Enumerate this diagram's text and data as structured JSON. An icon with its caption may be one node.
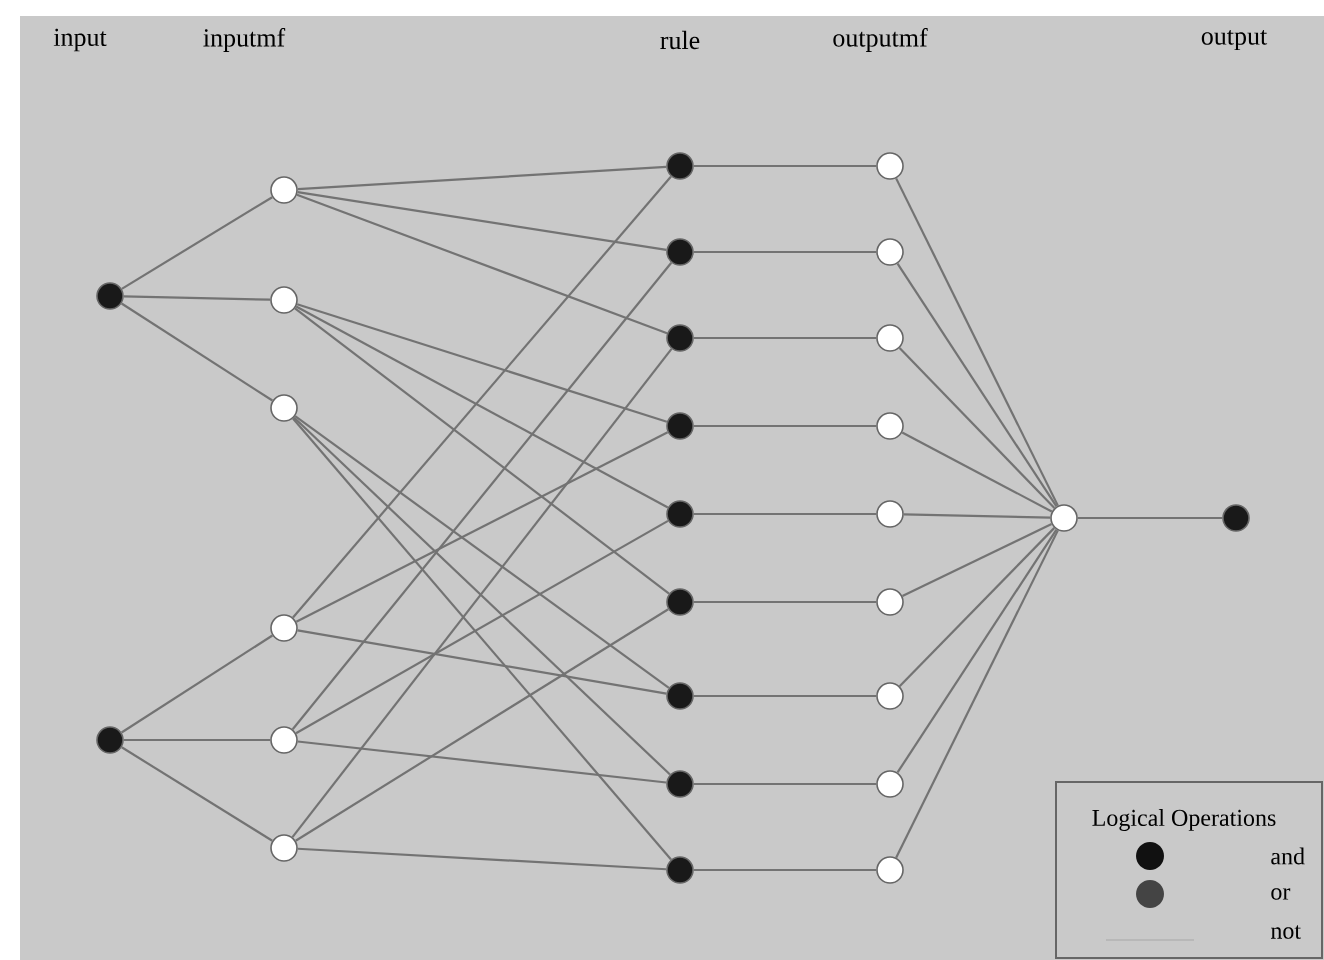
{
  "diagram": {
    "nodes": [
      {
        "text": [],
        "shape": "circle"
      },
      {
        "text": [],
        "shape": "circle"
      },
      {
        "text": [],
        "shape": "circle"
      },
      {
        "text": [],
        "shape": "circle"
      },
      {
        "text": [],
        "shape": "circle"
      },
      {
        "text": [],
        "shape": "circle"
      },
      {
        "text": [],
        "shape": "circle"
      },
      {
        "text": [],
        "shape": "circle"
      },
      {
        "text": [],
        "shape": "circle"
      },
      {
        "text": [],
        "shape": "circle"
      },
      {
        "text": [],
        "shape": "circle"
      },
      {
        "text": [],
        "shape": "circle"
      },
      {
        "text": [],
        "shape": "circle"
      },
      {
        "text": [],
        "shape": "circle"
      },
      {
        "text": [],
        "shape": "circle"
      },
      {
        "text": [],
        "shape": "circle"
      },
      {
        "text": [],
        "shape": "circle"
      },
      {
        "text": [],
        "shape": "circle"
      },
      {
        "text": [],
        "shape": "circle"
      },
      {
        "text": [],
        "shape": "circle"
      },
      {
        "text": [],
        "shape": "circle"
      },
      {
        "text": [],
        "shape": "circle"
      },
      {
        "text": [],
        "shape": "circle"
      },
      {
        "text": [],
        "shape": "circle"
      },
      {
        "text": [],
        "shape": "circle"
      },
      {
        "text": [],
        "shape": "circle"
      },
      {
        "text": [],
        "shape": "circle"
      },
      {
        "text": [],
        "shape": "circle"
      }
    ],
    "edges": [
      {
        "from": 0,
        "to": 2,
        "arrow": "none"
      },
      {
        "from": 0,
        "to": 3,
        "arrow": "none"
      },
      {
        "from": 0,
        "to": 4,
        "arrow": "none"
      },
      {
        "from": 1,
        "to": 5,
        "arrow": "none"
      },
      {
        "from": 1,
        "to": 6,
        "arrow": "none"
      },
      {
        "from": 1,
        "to": 7,
        "arrow": "none"
      },
      {
        "from": 2,
        "to": 8,
        "arrow": "none"
      },
      {
        "from": 2,
        "to": 9,
        "arrow": "none"
      },
      {
        "from": 2,
        "to": 10,
        "arrow": "none"
      },
      {
        "from": 3,
        "to": 11,
        "arrow": "none"
      },
      {
        "from": 3,
        "to": 12,
        "arrow": "none"
      },
      {
        "from": 3,
        "to": 13,
        "arrow": "none"
      },
      {
        "from": 4,
        "to": 14,
        "arrow": "none"
      },
      {
        "from": 4,
        "to": 15,
        "arrow": "none"
      },
      {
        "from": 4,
        "to": 16,
        "arrow": "none"
      },
      {
        "from": 5,
        "to": 8,
        "arrow": "none"
      },
      {
        "from": 5,
        "to": 11,
        "arrow": "none"
      },
      {
        "from": 5,
        "to": 14,
        "arrow": "none"
      },
      {
        "from": 6,
        "to": 9,
        "arrow": "none"
      },
      {
        "from": 6,
        "to": 12,
        "arrow": "none"
      },
      {
        "from": 6,
        "to": 15,
        "arrow": "none"
      },
      {
        "from": 7,
        "to": 10,
        "arrow": "none"
      },
      {
        "from": 7,
        "to": 13,
        "arrow": "none"
      },
      {
        "from": 7,
        "to": 16,
        "arrow": "none"
      },
      {
        "from": 8,
        "to": 17,
        "arrow": "none"
      },
      {
        "from": 9,
        "to": 18,
        "arrow": "none"
      },
      {
        "from": 10,
        "to": 19,
        "arrow": "none"
      },
      {
        "from": 11,
        "to": 20,
        "arrow": "none"
      },
      {
        "from": 12,
        "to": 21,
        "arrow": "none"
      },
      {
        "from": 13,
        "to": 22,
        "arrow": "none"
      },
      {
        "from": 14,
        "to": 23,
        "arrow": "none"
      },
      {
        "from": 15,
        "to": 24,
        "arrow": "none"
      },
      {
        "from": 16,
        "to": 25,
        "arrow": "none"
      },
      {
        "from": 17,
        "to": 26,
        "arrow": "none"
      },
      {
        "from": 18,
        "to": 26,
        "arrow": "none"
      },
      {
        "from": 19,
        "to": 26,
        "arrow": "none"
      },
      {
        "from": 20,
        "to": 26,
        "arrow": "none"
      },
      {
        "from": 21,
        "to": 26,
        "arrow": "none"
      },
      {
        "from": 22,
        "to": 26,
        "arrow": "none"
      },
      {
        "from": 23,
        "to": 26,
        "arrow": "none"
      },
      {
        "from": 24,
        "to": 26,
        "arrow": "none"
      },
      {
        "from": 25,
        "to": 26,
        "arrow": "none"
      },
      {
        "from": 26,
        "to": 27,
        "arrow": "none"
      }
    ],
    "labels": [
      "input",
      "inputmf",
      "rule",
      "outputmf",
      "output",
      "Logical Operations"
    ],
    "legend": [
      {
        "text": "and",
        "color": "#111111"
      },
      {
        "text": "or",
        "color": "#444444"
      },
      {
        "text": "not"
      }
    ]
  }
}
